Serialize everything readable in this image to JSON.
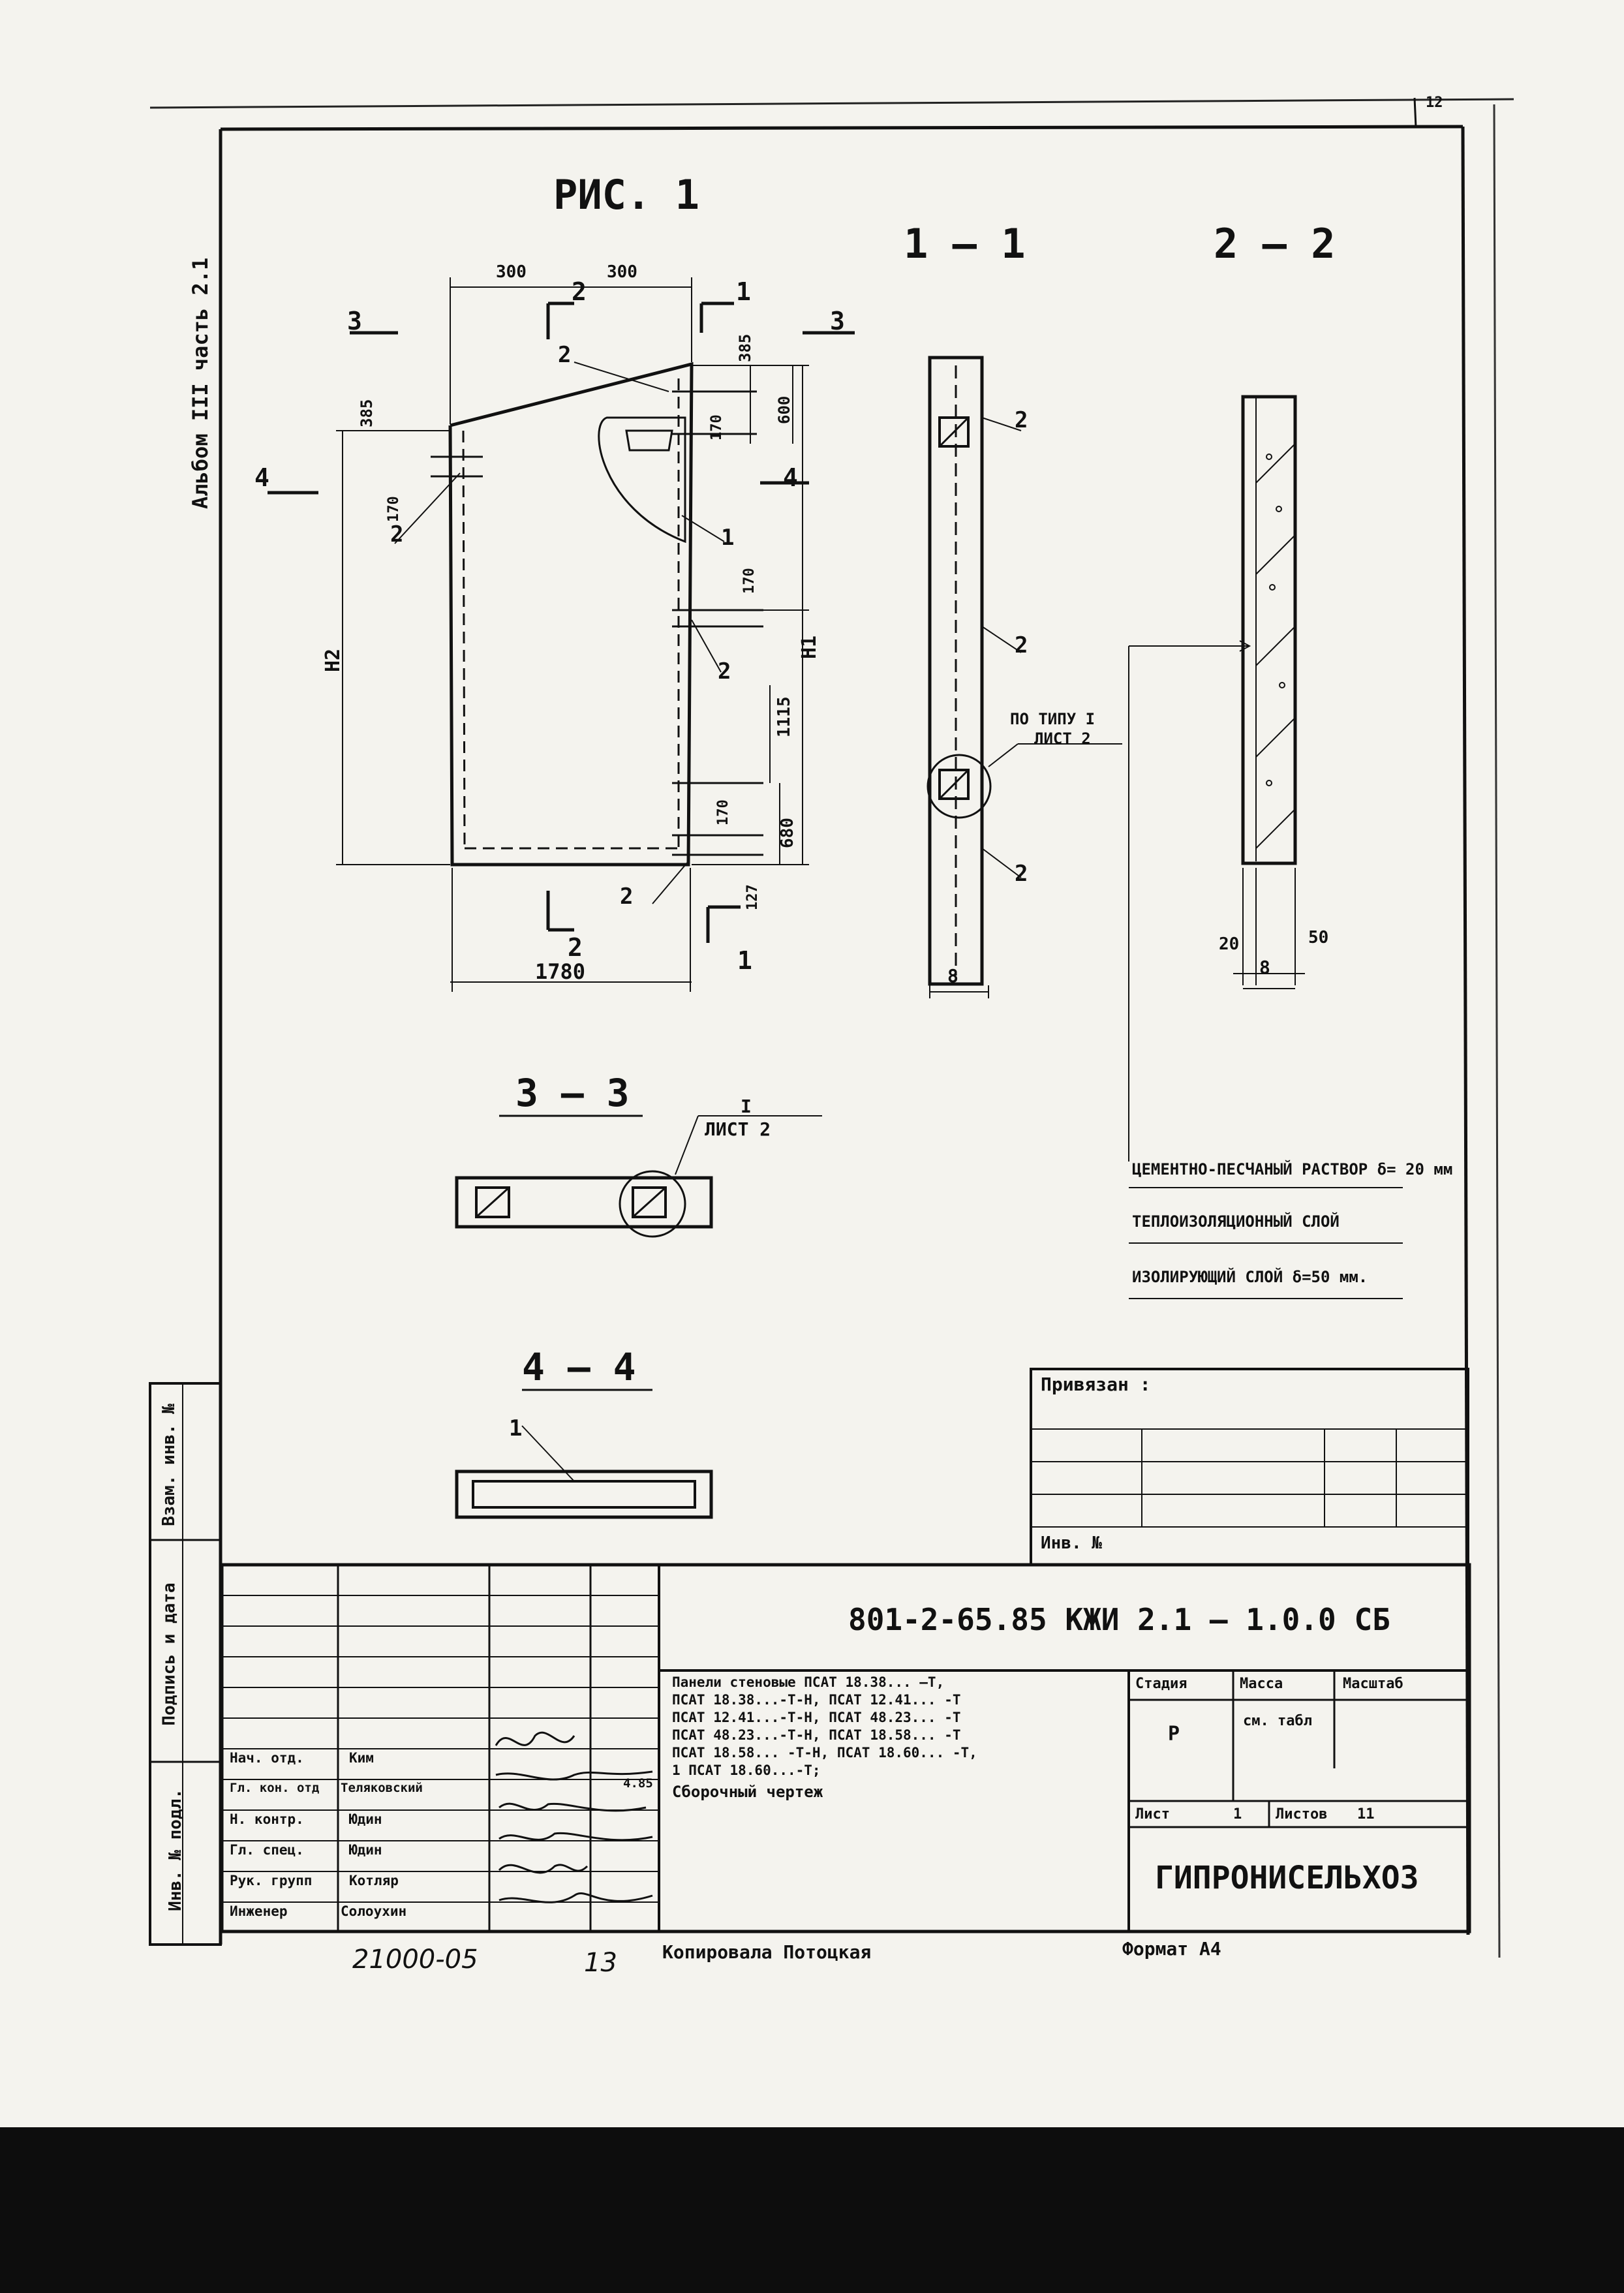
{
  "drawing": {
    "figure_title": "РИС. 1",
    "side_label": "Альбом III часть 2.1",
    "sections": {
      "s11": "1 – 1",
      "s22": "2 – 2",
      "s33": "3 – 3",
      "s44": "4 – 4"
    },
    "dims": {
      "d300a": "300",
      "d300b": "300",
      "d385a": "385",
      "d385b": "385",
      "d600top": "600",
      "d170a": "170",
      "d170b": "170",
      "d170c": "170",
      "d170d": "170",
      "d1115": "1115",
      "d680": "680",
      "d127": "127",
      "d1780": "1780",
      "h1": "H1",
      "h2": "H2",
      "d8a": "8",
      "d8b": "8",
      "d20": "20",
      "d50": "50"
    },
    "marks": {
      "m1": "1",
      "m2": "2",
      "m3": "3",
      "m4": "4"
    },
    "callout_type": "ПО ТИПУ I",
    "callout_sheet": "ЛИСТ 2",
    "callout_roman": "I",
    "callout_sheet2": "ЛИСТ 2",
    "layers": [
      "ЦЕМЕНТНО-ПЕСЧАНЫЙ РАСТВОР δ= 20 мм",
      "ТЕПЛОИЗОЛЯЦИОННЫЙ СЛОЙ",
      "ИЗОЛИРУЮЩИЙ СЛОЙ δ=50 мм."
    ]
  },
  "stamp": {
    "privyazan": "Привязан :",
    "inv_no": "Инв. №",
    "code": "801-2-65.85 КЖИ 2.1 – 1.0.0 СБ",
    "description": [
      "Панели стеновые ПСАТ 18.38... –Т,",
      "ПСАТ 18.38...-Т-Н, ПСАТ 12.41... -Т",
      "ПСАТ 12.41...-Т-Н, ПСАТ 48.23... -Т",
      "ПСАТ 48.23...-Т-Н, ПСАТ 18.58... -Т",
      "ПСАТ 18.58... -Т-Н, ПСАТ 18.60... -Т,",
      "1 ПСАТ 18.60...-Т;",
      "Сборочный чертеж"
    ],
    "stage_label": "Стадия",
    "mass_label": "Масса",
    "scale_label": "Масштаб",
    "stage_value": "Р",
    "mass_value": "см. табл",
    "sheet_label": "Лист",
    "sheet_value": "1",
    "sheets_label": "Листов",
    "sheets_value": "11",
    "org": "ГИПРОНИСЕЛЬХОЗ",
    "people": [
      {
        "role": "Нач. отд.",
        "name": "Ким"
      },
      {
        "role": "Гл. кон. отд",
        "name": "Теляковский",
        "date": "4.85"
      },
      {
        "role": "Н. контр.",
        "name": "Юдин"
      },
      {
        "role": "Гл. спец.",
        "name": "Юдин"
      },
      {
        "role": "Рук. групп",
        "name": "Котляр"
      },
      {
        "role": "Инженер",
        "name": "Солоухин"
      }
    ],
    "left_strip": [
      "Инв. № подл.",
      "Подпись и дата",
      "Взам. инв. №"
    ],
    "footer_left": "21000-05",
    "footer_num": "13",
    "copied": "Копировала Потоцкая",
    "format": "Формат А4",
    "top_corner": "12"
  }
}
